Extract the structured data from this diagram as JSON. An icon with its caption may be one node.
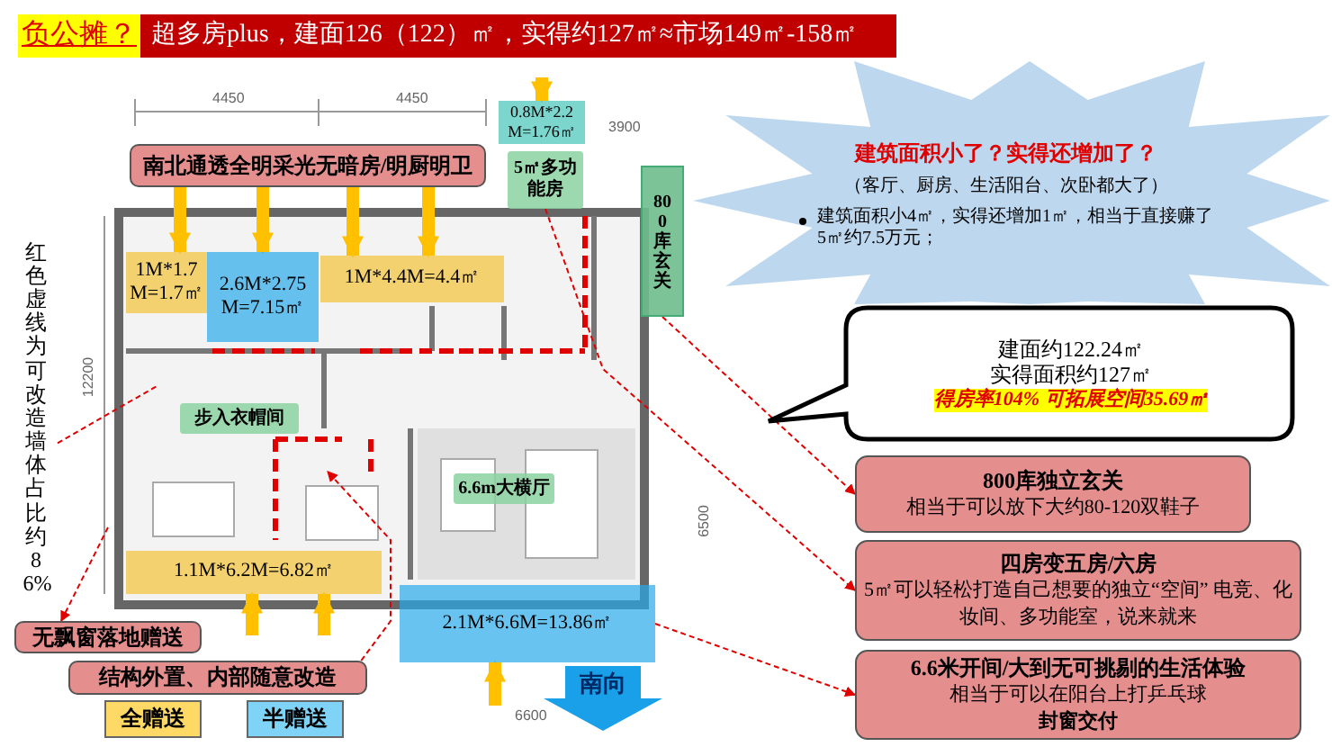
{
  "diagram": {
    "title": "负公摊？",
    "nodes": [
      {
        "text": [
          "南北通透全明采光无暗房/明厨明卫"
        ]
      },
      {
        "text": [
          "0.8M*2.2 M=1.76㎡"
        ]
      },
      {
        "text": [
          "5㎡多功能房"
        ]
      },
      {
        "text": [
          "800库玄关"
        ]
      },
      {
        "text": [
          "1M*1.7 M=1.7㎡"
        ]
      },
      {
        "text": [
          "2.6M*2.75 M=7.15㎡"
        ]
      },
      {
        "text": [
          "1M*4.4M=4.4㎡"
        ]
      },
      {
        "text": [
          "步入衣帽间"
        ]
      },
      {
        "text": [
          "6.6m大横厅"
        ]
      },
      {
        "text": [
          "1.1M*6.2M=6.82㎡"
        ]
      },
      {
        "text": [
          "2.1M*6.6M=13.86㎡"
        ]
      },
      {
        "text": [
          "红色虚线为可改造墙体占比约86%"
        ]
      },
      {
        "text": [
          "无飘窗落地赠送"
        ]
      },
      {
        "text": [
          "结构外置、内部随意改造"
        ]
      },
      {
        "text": [
          "建筑面积小了？实得还增加了？",
          "（客厅、厨房、生活阳台、次卧都大了）",
          "建筑面积小4㎡，实得还增加1㎡，相当于直接赚了5㎡约7.5万元；"
        ]
      },
      {
        "text": [
          "建面约122.24㎡",
          "实得面积约127㎡",
          "得房率104% 可拓展空间35.69㎡"
        ]
      },
      {
        "text": [
          "800库独立玄关",
          "相当于可以放下大约80-120双鞋子"
        ]
      },
      {
        "text": [
          "四房变五房/六房",
          "5㎡可以轻松打造自己想要的独立“空间” 电竞、化妆间、多功能室，说来就来"
        ]
      },
      {
        "text": [
          "6.6米开间/大到无可挑剔的生活体验",
          "相当于可以在阳台上打乒乓球",
          "封窗交付"
        ]
      },
      {
        "text": [
          "南向"
        ]
      }
    ],
    "edges": [
      {
        "from": 11,
        "to": null,
        "arrow": "none",
        "style": "dashed",
        "color": "#e00000"
      },
      {
        "from": null,
        "to": 12,
        "arrow": "to",
        "style": "dashed",
        "color": "#e00000"
      },
      {
        "from": 13,
        "to": null,
        "arrow": "to",
        "style": "dashed",
        "color": "#e00000"
      },
      {
        "from": 3,
        "to": 16,
        "arrow": "to",
        "style": "dashed",
        "color": "#e00000"
      },
      {
        "from": 2,
        "to": 17,
        "arrow": "to",
        "style": "dashed",
        "color": "#e00000"
      },
      {
        "from": 10,
        "to": 18,
        "arrow": "to",
        "style": "dashed",
        "color": "#e00000"
      },
      {
        "from": 0,
        "to": 4,
        "arrow": "to"
      },
      {
        "from": 0,
        "to": 5,
        "arrow": "to"
      },
      {
        "from": 0,
        "to": 6,
        "arrow": "to"
      },
      {
        "from": 0,
        "to": 6,
        "arrow": "to"
      },
      {
        "from": null,
        "to": 1,
        "arrow": "to"
      },
      {
        "from": null,
        "to": 9,
        "arrow": "to"
      },
      {
        "from": null,
        "to": 9,
        "arrow": "to"
      },
      {
        "from": null,
        "to": 10,
        "arrow": "to"
      }
    ],
    "labels": [
      "超多房plus，建面126（122）㎡，实得约127㎡≈市场149㎡-158㎡",
      "4450",
      "4450",
      "3900",
      "12200",
      "6500",
      "6600"
    ],
    "legend": [
      {
        "text": "全赠送",
        "color": "#ffd966"
      },
      {
        "text": "半赠送",
        "color": "#7fd3f7"
      }
    ]
  }
}
